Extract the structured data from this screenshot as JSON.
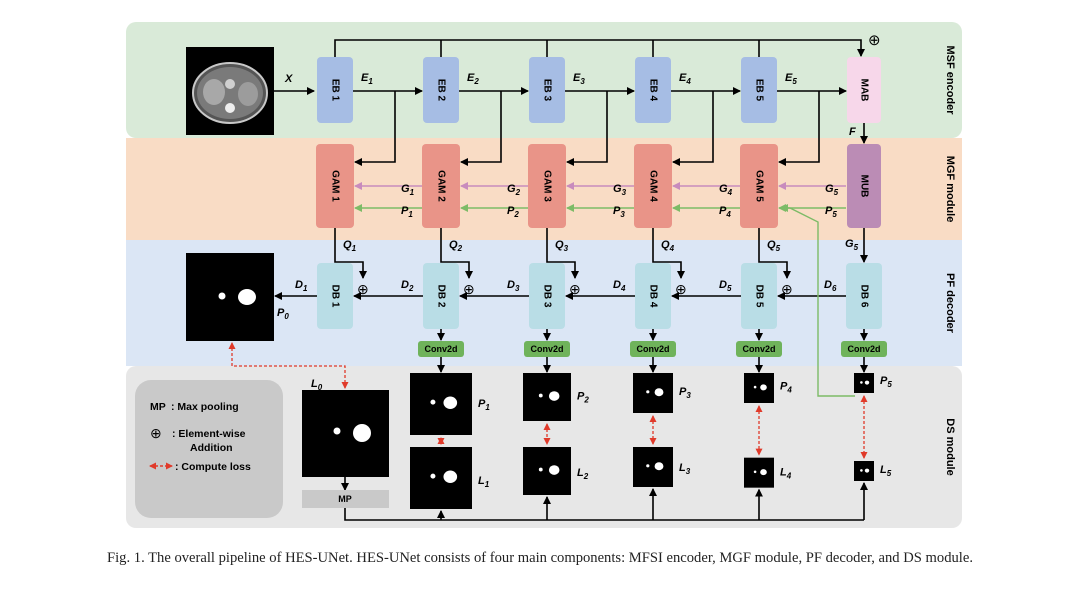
{
  "bands": [
    {
      "label": "MSF encoder",
      "color": "#d9ead8"
    },
    {
      "label": "MGF module",
      "color": "#f9dcc5"
    },
    {
      "label": "PF decoder",
      "color": "#dbe6f5"
    },
    {
      "label": "DS module",
      "color": "#e7e7e7"
    }
  ],
  "input_label": "X",
  "encoder": {
    "blocks": [
      "EB 1",
      "EB 2",
      "EB 3",
      "EB 4",
      "EB 5"
    ],
    "outputs": [
      "E1",
      "E2",
      "E3",
      "E4",
      "E5"
    ],
    "mab": "MAB",
    "f_label": "F"
  },
  "mgf": {
    "blocks": [
      "GAM 1",
      "GAM 2",
      "GAM 3",
      "GAM 4",
      "GAM 5"
    ],
    "mub": "MUB",
    "g_labels": [
      "G1",
      "G2",
      "G3",
      "G4",
      "G5"
    ],
    "p_labels": [
      "P1",
      "P2",
      "P3",
      "P4",
      "P5"
    ],
    "q_labels": [
      "Q1",
      "Q2",
      "Q3",
      "Q4",
      "Q5"
    ],
    "g5_out": "G5"
  },
  "decoder": {
    "blocks": [
      "DB 1",
      "DB 2",
      "DB 3",
      "DB 4",
      "DB 5",
      "DB 6"
    ],
    "d_labels": [
      "D1",
      "D2",
      "D3",
      "D4",
      "D5",
      "D6"
    ],
    "p0_label": "P0",
    "conv_label": "Conv2d"
  },
  "ds": {
    "pred_labels": [
      "P1",
      "P2",
      "P3",
      "P4",
      "P5"
    ],
    "gt_labels": [
      "L1",
      "L2",
      "L3",
      "L4",
      "L5"
    ],
    "l0_label": "L0",
    "mp_label": "MP"
  },
  "legend": {
    "mp_key": "MP",
    "mp_desc": ": Max pooling",
    "plus_symbol": "⊕",
    "plus_desc_1": ": Element-wise",
    "plus_desc_2": "Addition",
    "loss_desc": ": Compute loss"
  },
  "top_plus": "⊕",
  "colors": {
    "eb": "#a6bde4",
    "mab": "#f7d7ea",
    "gam": "#e99488",
    "mub": "#bb8cb5",
    "db": "#b9dde6",
    "conv": "#6fb35b",
    "g_arrow": "#c88bbd",
    "p_arrow": "#7dbb67",
    "loss": "#e03a2a",
    "legend_bg": "#c9c9c9",
    "mp_bg": "#c9c9c9"
  },
  "caption": "Fig. 1.  The overall pipeline of HES-UNet. HES-UNet consists of four main components: MFSI encoder, MGF module, PF decoder, and DS module."
}
